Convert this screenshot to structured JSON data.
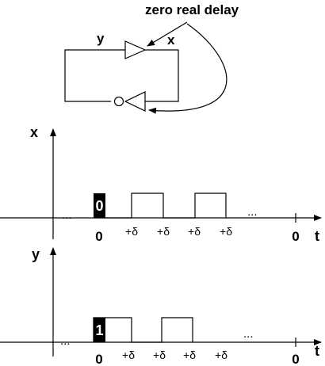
{
  "colors": {
    "stroke": "#000000",
    "background": "#ffffff"
  },
  "circuit": {
    "annotation": "zero real delay",
    "signal_y": "y",
    "signal_x": "x"
  },
  "timing_x": {
    "axis_label": "x",
    "time_label": "t",
    "initial_value": "0",
    "origin_label": "0",
    "end_label": "0",
    "ellipsis_left": "...",
    "ellipsis_right": "...",
    "delta_labels": [
      "+δ",
      "+δ",
      "+δ",
      "+δ"
    ]
  },
  "timing_y": {
    "axis_label": "y",
    "time_label": "t",
    "initial_value": "1",
    "origin_label": "0",
    "end_label": "0",
    "ellipsis_left": "...",
    "ellipsis_right": "...",
    "delta_labels": [
      "+δ",
      "+δ",
      "+δ",
      "+δ"
    ]
  }
}
